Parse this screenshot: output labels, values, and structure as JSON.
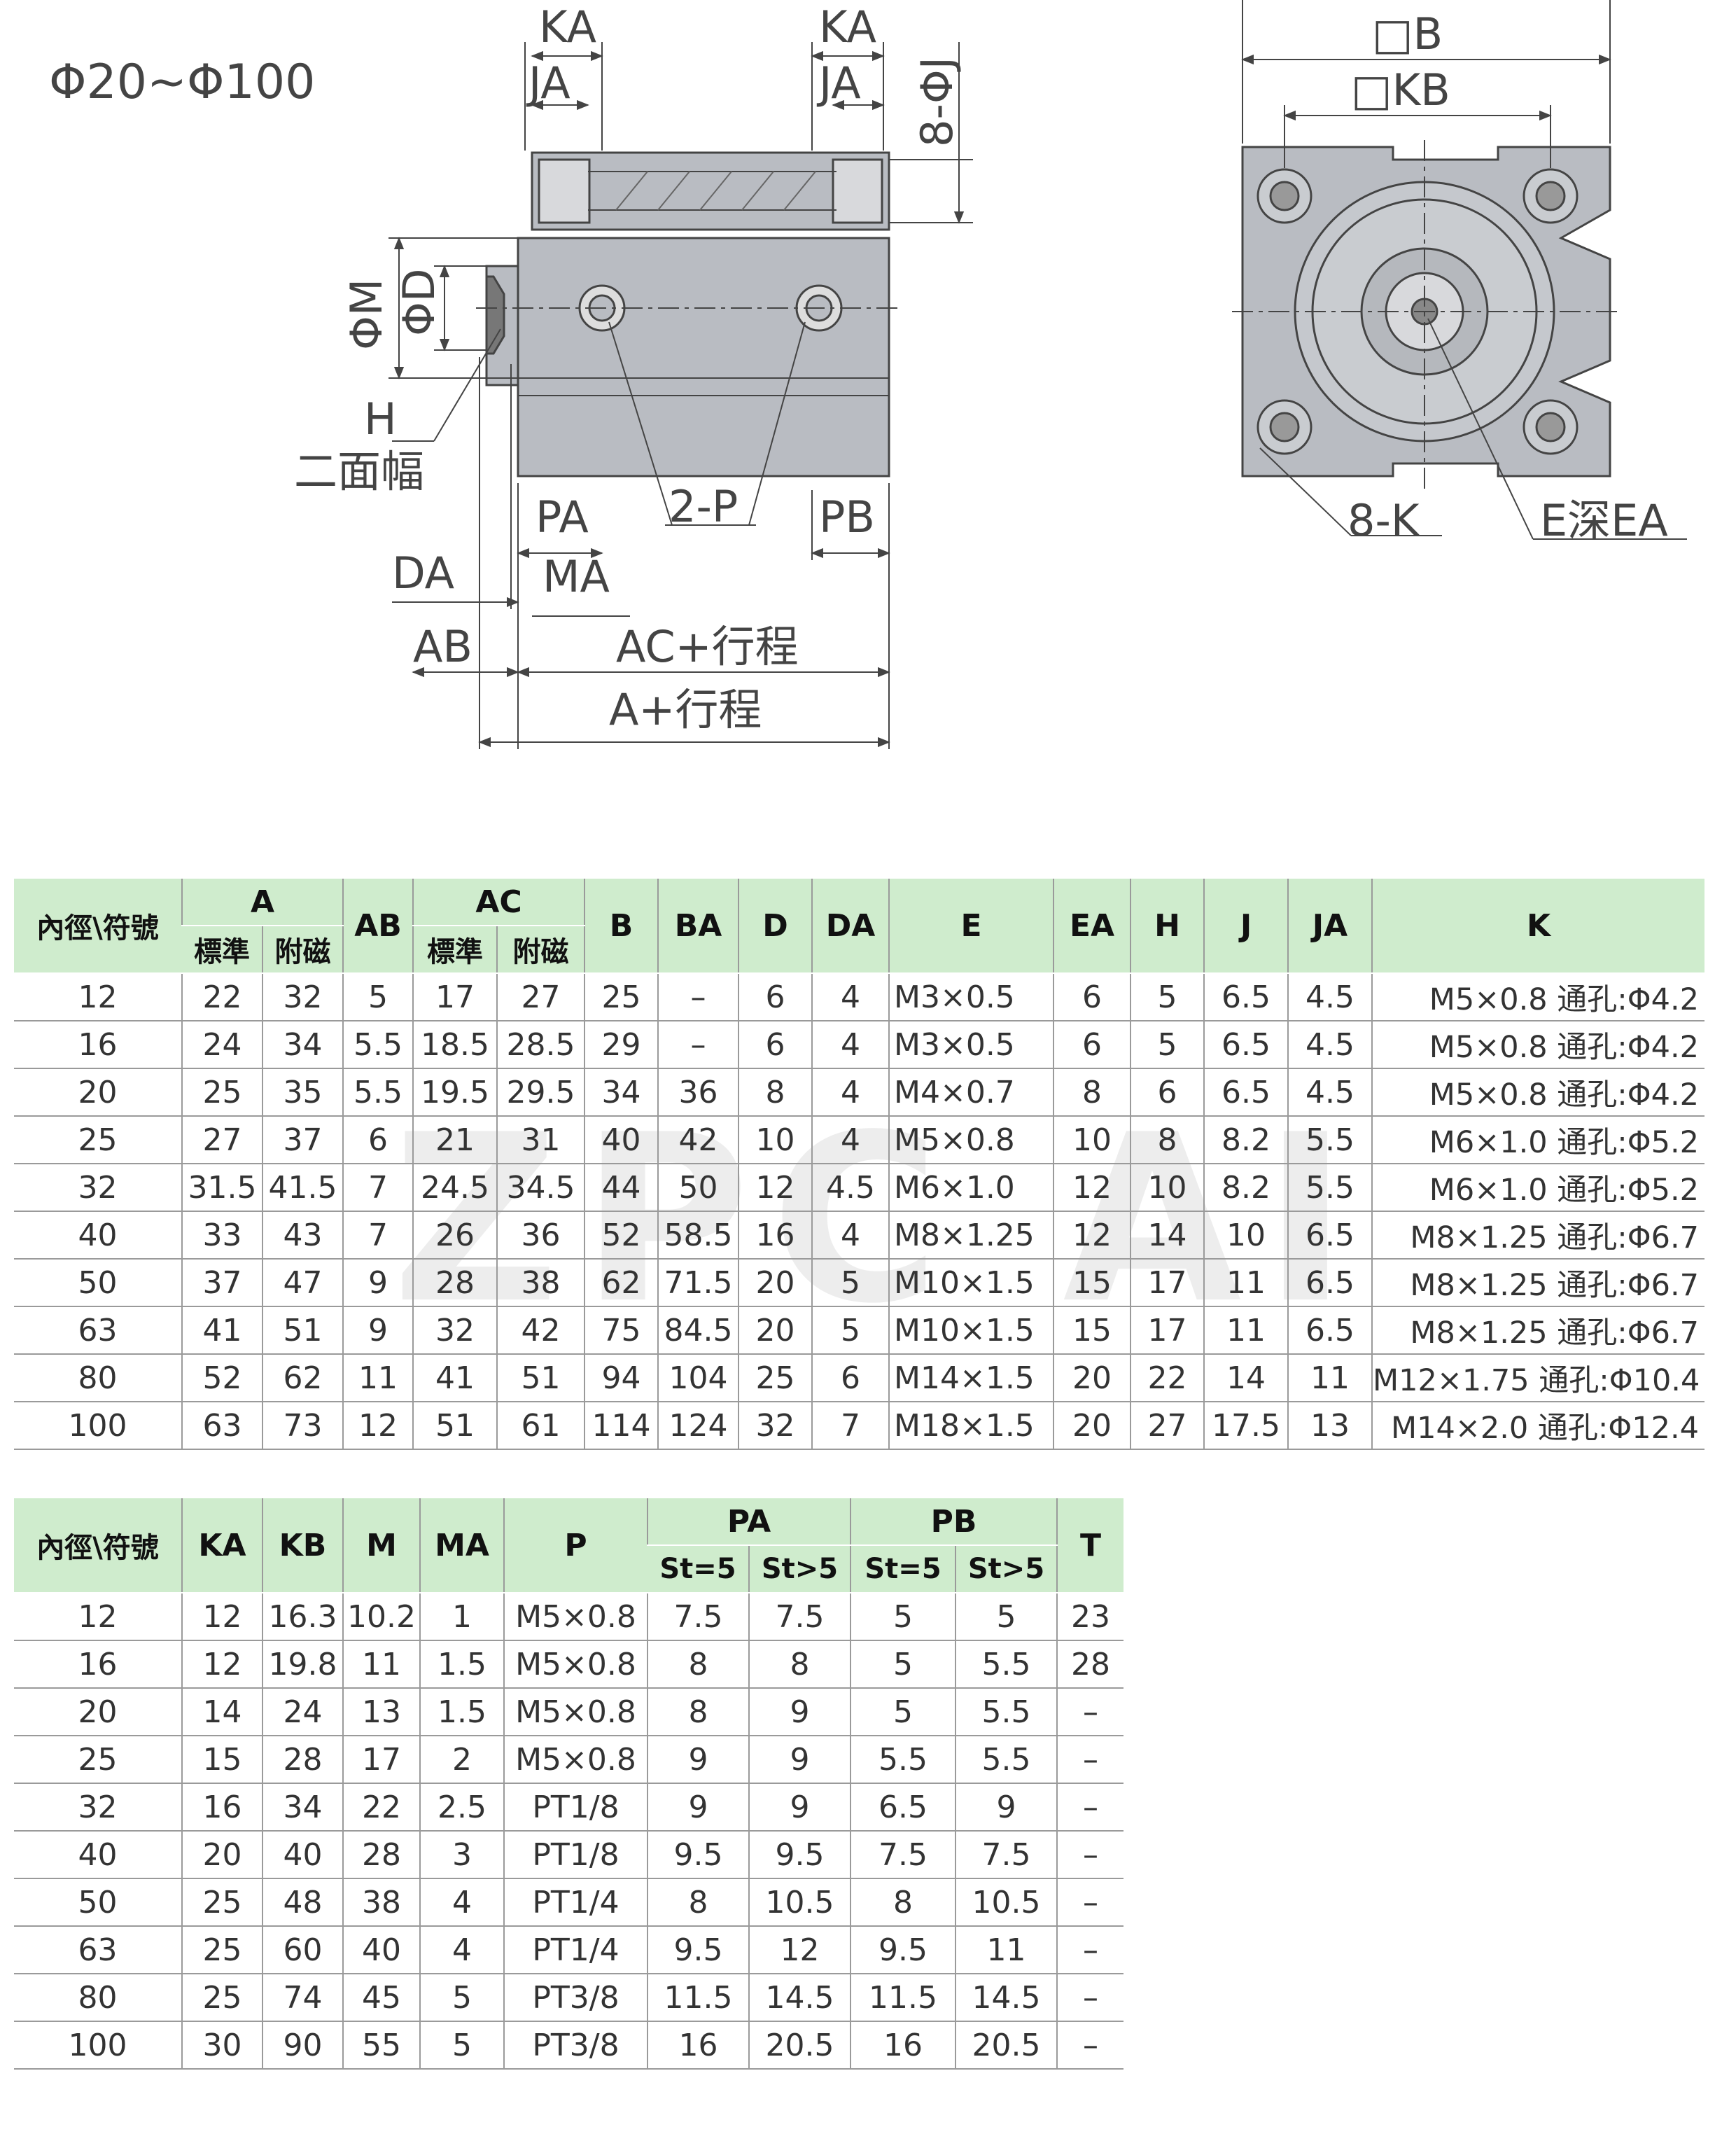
{
  "diagram": {
    "range_label": "Φ20~Φ100",
    "labels": {
      "ka": "KA",
      "ja": "JA",
      "j8": "8-ΦJ",
      "phi_m": "ΦM",
      "phi_d": "ΦD",
      "h": "H",
      "two_flat": "二面幅",
      "pa": "PA",
      "two_p": "2-P",
      "pb": "PB",
      "da": "DA",
      "ma": "MA",
      "ab": "AB",
      "ac_stroke": "AC+行程",
      "a_stroke": "A+行程",
      "sq_b": "□B",
      "sq_kb": "□KB",
      "eight_k": "8-K",
      "e_depth": "E深EA"
    }
  },
  "watermark": "ZPC AI",
  "table1": {
    "headers": {
      "bore": "內徑\\符號",
      "a": "A",
      "ab": "AB",
      "ac": "AC",
      "b": "B",
      "ba": "BA",
      "d": "D",
      "da": "DA",
      "e": "E",
      "ea": "EA",
      "h": "H",
      "j": "J",
      "ja": "JA",
      "k": "K",
      "a_std": "標準",
      "a_mag": "附磁",
      "ac_std": "標準",
      "ac_mag": "附磁"
    },
    "rows": [
      [
        "12",
        "22",
        "32",
        "5",
        "17",
        "27",
        "25",
        "–",
        "6",
        "4",
        "M3×0.5",
        "6",
        "5",
        "6.5",
        "4.5",
        "M5×0.8 通孔:Φ4.2"
      ],
      [
        "16",
        "24",
        "34",
        "5.5",
        "18.5",
        "28.5",
        "29",
        "–",
        "6",
        "4",
        "M3×0.5",
        "6",
        "5",
        "6.5",
        "4.5",
        "M5×0.8 通孔:Φ4.2"
      ],
      [
        "20",
        "25",
        "35",
        "5.5",
        "19.5",
        "29.5",
        "34",
        "36",
        "8",
        "4",
        "M4×0.7",
        "8",
        "6",
        "6.5",
        "4.5",
        "M5×0.8 通孔:Φ4.2"
      ],
      [
        "25",
        "27",
        "37",
        "6",
        "21",
        "31",
        "40",
        "42",
        "10",
        "4",
        "M5×0.8",
        "10",
        "8",
        "8.2",
        "5.5",
        "M6×1.0 通孔:Φ5.2"
      ],
      [
        "32",
        "31.5",
        "41.5",
        "7",
        "24.5",
        "34.5",
        "44",
        "50",
        "12",
        "4.5",
        "M6×1.0",
        "12",
        "10",
        "8.2",
        "5.5",
        "M6×1.0 通孔:Φ5.2"
      ],
      [
        "40",
        "33",
        "43",
        "7",
        "26",
        "36",
        "52",
        "58.5",
        "16",
        "4",
        "M8×1.25",
        "12",
        "14",
        "10",
        "6.5",
        "M8×1.25 通孔:Φ6.7"
      ],
      [
        "50",
        "37",
        "47",
        "9",
        "28",
        "38",
        "62",
        "71.5",
        "20",
        "5",
        "M10×1.5",
        "15",
        "17",
        "11",
        "6.5",
        "M8×1.25 通孔:Φ6.7"
      ],
      [
        "63",
        "41",
        "51",
        "9",
        "32",
        "42",
        "75",
        "84.5",
        "20",
        "5",
        "M10×1.5",
        "15",
        "17",
        "11",
        "6.5",
        "M8×1.25 通孔:Φ6.7"
      ],
      [
        "80",
        "52",
        "62",
        "11",
        "41",
        "51",
        "94",
        "104",
        "25",
        "6",
        "M14×1.5",
        "20",
        "22",
        "14",
        "11",
        "M12×1.75 通孔:Φ10.4"
      ],
      [
        "100",
        "63",
        "73",
        "12",
        "51",
        "61",
        "114",
        "124",
        "32",
        "7",
        "M18×1.5",
        "20",
        "27",
        "17.5",
        "13",
        "M14×2.0 通孔:Φ12.4"
      ]
    ]
  },
  "table2": {
    "headers": {
      "bore": "內徑\\符號",
      "ka": "KA",
      "kb": "KB",
      "m": "M",
      "ma": "MA",
      "p": "P",
      "pa": "PA",
      "pb": "PB",
      "t": "T",
      "pa_st5": "St=5",
      "pa_stgt5": "St>5",
      "pb_st5": "St=5",
      "pb_stgt5": "St>5"
    },
    "rows": [
      [
        "12",
        "12",
        "16.3",
        "10.2",
        "1",
        "M5×0.8",
        "7.5",
        "7.5",
        "5",
        "5",
        "23"
      ],
      [
        "16",
        "12",
        "19.8",
        "11",
        "1.5",
        "M5×0.8",
        "8",
        "8",
        "5",
        "5.5",
        "28"
      ],
      [
        "20",
        "14",
        "24",
        "13",
        "1.5",
        "M5×0.8",
        "8",
        "9",
        "5",
        "5.5",
        "–"
      ],
      [
        "25",
        "15",
        "28",
        "17",
        "2",
        "M5×0.8",
        "9",
        "9",
        "5.5",
        "5.5",
        "–"
      ],
      [
        "32",
        "16",
        "34",
        "22",
        "2.5",
        "PT1/8",
        "9",
        "9",
        "6.5",
        "9",
        "–"
      ],
      [
        "40",
        "20",
        "40",
        "28",
        "3",
        "PT1/8",
        "9.5",
        "9.5",
        "7.5",
        "7.5",
        "–"
      ],
      [
        "50",
        "25",
        "48",
        "38",
        "4",
        "PT1/4",
        "8",
        "10.5",
        "8",
        "10.5",
        "–"
      ],
      [
        "63",
        "25",
        "60",
        "40",
        "4",
        "PT1/4",
        "9.5",
        "12",
        "9.5",
        "11",
        "–"
      ],
      [
        "80",
        "25",
        "74",
        "45",
        "5",
        "PT3/8",
        "11.5",
        "14.5",
        "11.5",
        "14.5",
        "–"
      ],
      [
        "100",
        "30",
        "90",
        "55",
        "5",
        "PT3/8",
        "16",
        "20.5",
        "16",
        "20.5",
        "–"
      ]
    ]
  }
}
